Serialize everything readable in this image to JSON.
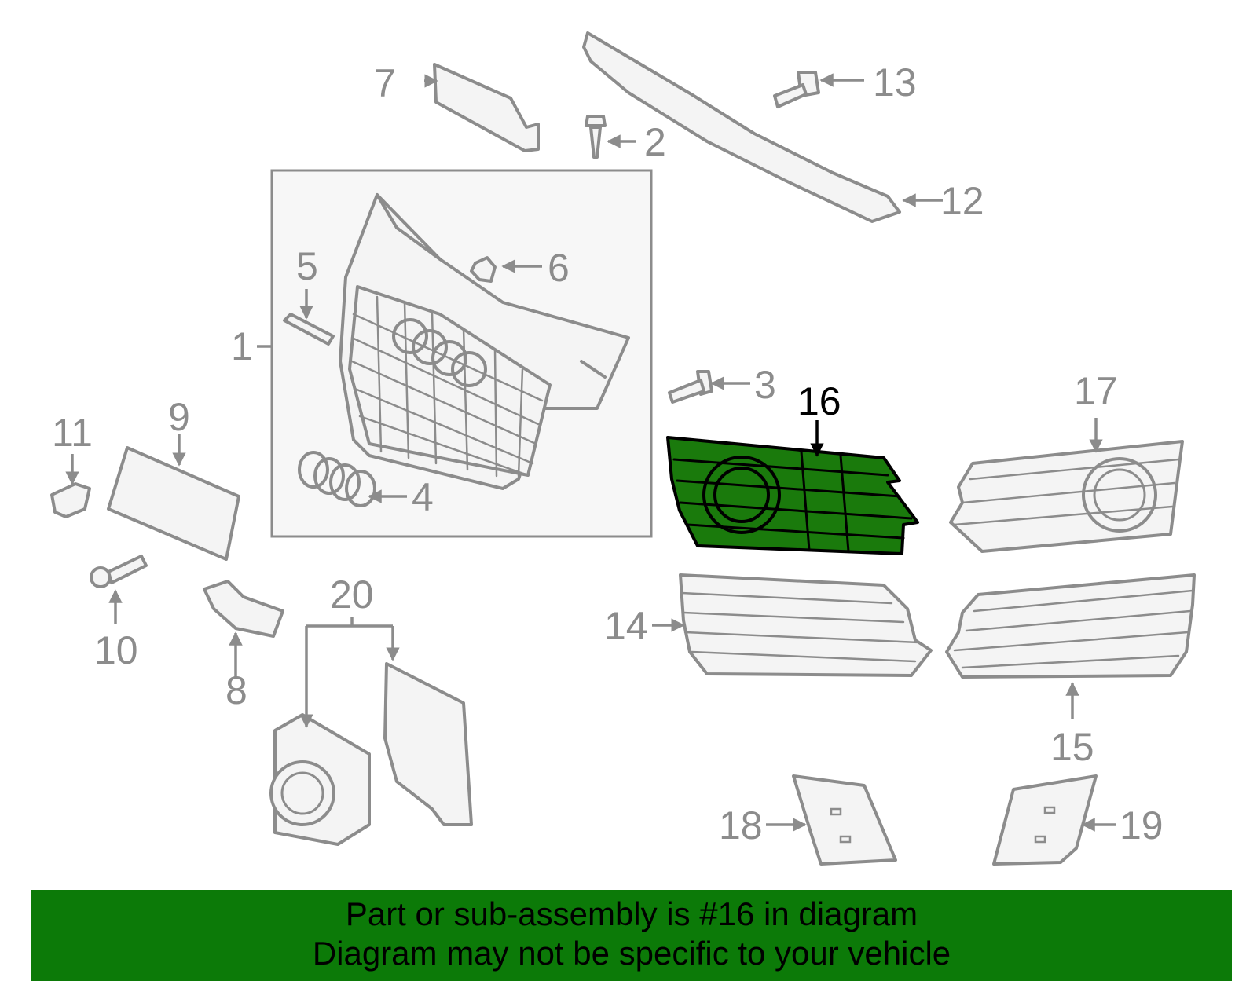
{
  "diagram": {
    "highlighted_part": "16",
    "callouts": [
      "1",
      "2",
      "3",
      "4",
      "5",
      "6",
      "7",
      "8",
      "9",
      "10",
      "11",
      "12",
      "13",
      "14",
      "15",
      "16",
      "17",
      "18",
      "19",
      "20"
    ],
    "colors": {
      "highlight": "#1a7a0c",
      "banner": "#0c7a08",
      "line": "#8c8c8c"
    }
  },
  "footer": {
    "line1": "Part or sub-assembly is #16 in diagram",
    "line2": "Diagram may not be specific to your vehicle"
  }
}
